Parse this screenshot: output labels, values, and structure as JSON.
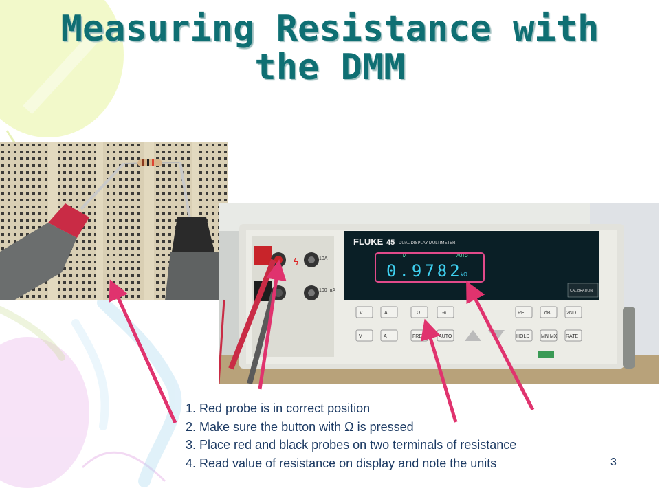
{
  "slide": {
    "title_line1": "Measuring Resistance with",
    "title_line2": "the DMM",
    "page_number": "3"
  },
  "photo_meter": {
    "brand": "FLUKE",
    "model": "45",
    "model_desc": "DUAL DISPLAY MULTIMETER",
    "reading": "0.9782",
    "unit": "kΩ",
    "annunciator_left": "M",
    "annunciator_right": "AUTO",
    "terminal_10a": "10A",
    "terminal_100ma": "100 mA",
    "calibration_label": "CALIBRATION",
    "buttons": [
      "V",
      "A",
      "Ω",
      "⇥",
      "V~",
      "A~",
      "FREQ",
      "AUTO",
      "REL",
      "dB",
      "2ND",
      "HOLD",
      "MN MX",
      "RATE"
    ]
  },
  "steps": [
    "1. Red probe is in correct position",
    "2. Make sure the button with  Ω  is pressed",
    "3. Place red and black probes on two terminals of resistance",
    "4. Read value of resistance on display and note the units"
  ],
  "colors": {
    "title": "#0f6f73",
    "text": "#1c3a63",
    "arrow": "#e0336e",
    "display_digits": "#3fd0f0",
    "display_frame": "#e24a8a"
  }
}
